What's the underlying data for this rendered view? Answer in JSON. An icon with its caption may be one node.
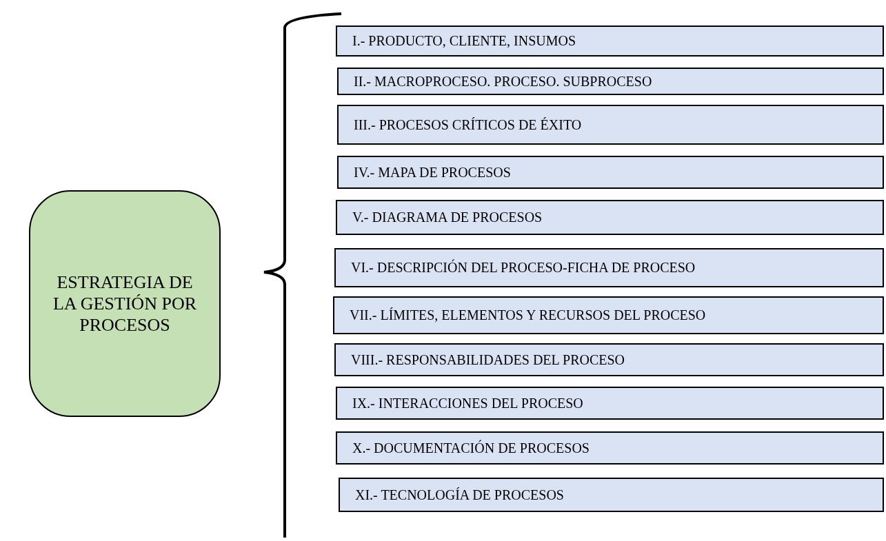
{
  "diagram": {
    "nodes": [
      {
        "text": [
          "ESTRATEGIA DE LA GESTIÓN POR PROCESOS"
        ]
      },
      {
        "text": [
          "I.- PRODUCTO, CLIENTE, INSUMOS"
        ]
      },
      {
        "text": [
          "II.- MACROPROCESO. PROCESO. SUBPROCESO"
        ]
      },
      {
        "text": [
          "III.- PROCESOS CRÍTICOS DE ÉXITO"
        ]
      },
      {
        "text": [
          "IV.- MAPA DE PROCESOS"
        ]
      },
      {
        "text": [
          "V.- DIAGRAMA DE PROCESOS"
        ]
      },
      {
        "text": [
          "VI.- DESCRIPCIÓN DEL PROCESO-FICHA DE PROCESO"
        ]
      },
      {
        "text": [
          "VII.- LÍMITES, ELEMENTOS Y RECURSOS DEL PROCESO"
        ]
      },
      {
        "text": [
          "VIII.- RESPONSABILIDADES DEL PROCESO"
        ]
      },
      {
        "text": [
          "IX.- INTERACCIONES DEL PROCESO"
        ]
      },
      {
        "text": [
          "X.- DOCUMENTACIÓN DE PROCESOS"
        ]
      },
      {
        "text": [
          "XI.- TECNOLOGÍA DE PROCESOS"
        ]
      }
    ],
    "edges": []
  }
}
